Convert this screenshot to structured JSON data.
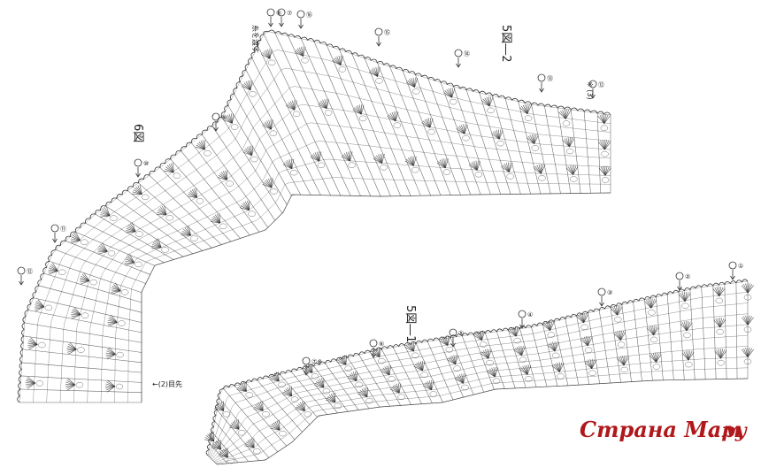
{
  "labels": {
    "fig6": "6図",
    "fig5_2": "5図―2",
    "fig5_1": "5図―1",
    "join_note": "※ (3)",
    "start_note_left": "←(2)目先",
    "top_note": "糸を渡す"
  },
  "row_markers_6": [
    "⑫",
    "⑪",
    "⑩",
    "⑨",
    "⑧",
    "⑦"
  ],
  "row_markers_52": [
    "⑯",
    "⑮",
    "⑭",
    "⑬",
    "⑫",
    "⑪"
  ],
  "row_markers_51": [
    "①",
    "②",
    "③",
    "④",
    "⑤",
    "⑥",
    "⑦※"
  ],
  "watermark": {
    "text": "Страна Мам",
    "suffix": ". ру",
    "color": "#b0181b"
  },
  "colors": {
    "ink": "#333333",
    "paper": "#ffffff"
  }
}
